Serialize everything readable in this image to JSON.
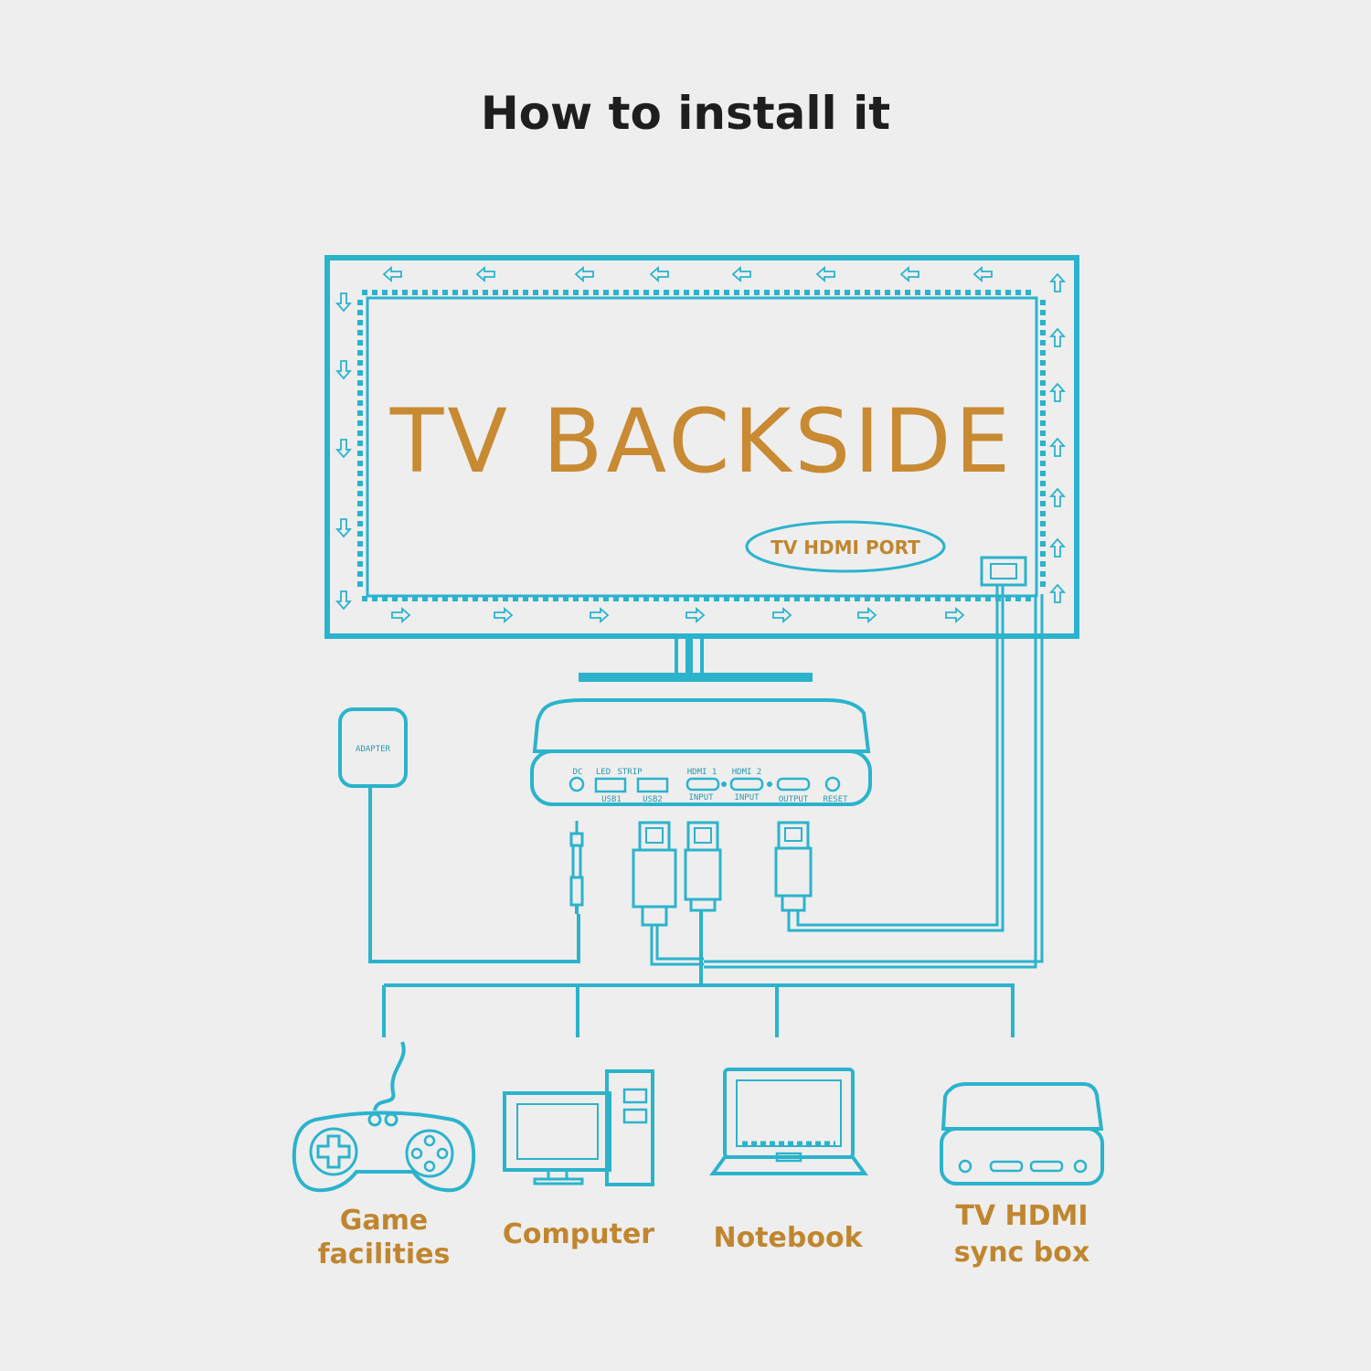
{
  "title": "How to install it",
  "colors": {
    "line": "#2bb3cc",
    "label": "#c0862f",
    "title": "#1e1e1e",
    "background": "#eeeeee"
  },
  "tv": {
    "main_label": "TV BACKSIDE",
    "port_label": "TV HDMI PORT"
  },
  "adapter": {
    "label": "ADAPTER"
  },
  "box": {
    "ports_top": {
      "dc": "DC",
      "led": "LED",
      "strip": "STRIP",
      "hdmi1": "HDMI 1",
      "hdmi2": "HDMI 2"
    },
    "ports_bottom": {
      "usb1": "USB1",
      "usb2": "USB2",
      "input1": "INPUT",
      "input2": "INPUT",
      "output": "OUTPUT",
      "reset": "RESET"
    }
  },
  "devices": [
    {
      "line1": "Game",
      "line2": "facilities",
      "icon": "gamepad-icon"
    },
    {
      "line1": "Computer",
      "line2": "",
      "icon": "computer-icon"
    },
    {
      "line1": "Notebook",
      "line2": "",
      "icon": "laptop-icon"
    },
    {
      "line1": "TV HDMI",
      "line2": "sync box",
      "icon": "sync-box-icon"
    }
  ]
}
